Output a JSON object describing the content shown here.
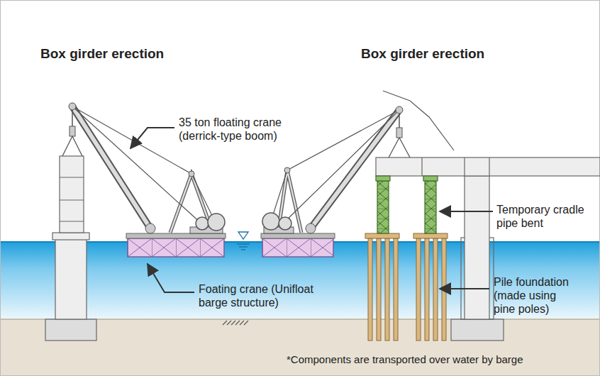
{
  "diagram": {
    "labels": [
      "Box girder erection",
      "Box girder erection",
      "35 ton floating crane (derrick-type boom)",
      "Foating crane (Unifloat barge structure)",
      "Temporary cradle pipe bent",
      "Pile foundation (made using pine poles)",
      "*Components are transported over water by barge"
    ]
  }
}
